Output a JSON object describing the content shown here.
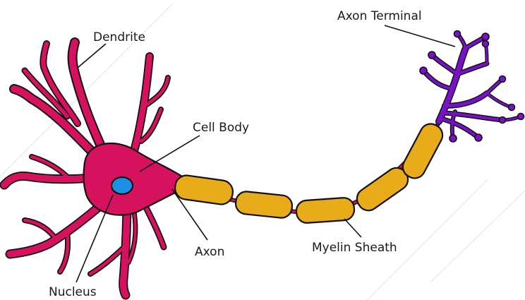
{
  "labels": {
    "dendrite": "Dendrite",
    "cell_body": "Cell Body",
    "nucleus": "Nucleus",
    "axon": "Axon",
    "myelin_sheath": "Myelin Sheath",
    "axon_terminal": "Axon Terminal"
  },
  "colors": {
    "soma": "#d6125f",
    "nucleus": "#1e8fe6",
    "myelin": "#e8ac1a",
    "terminal": "#7a10c8",
    "outline": "#111111"
  }
}
